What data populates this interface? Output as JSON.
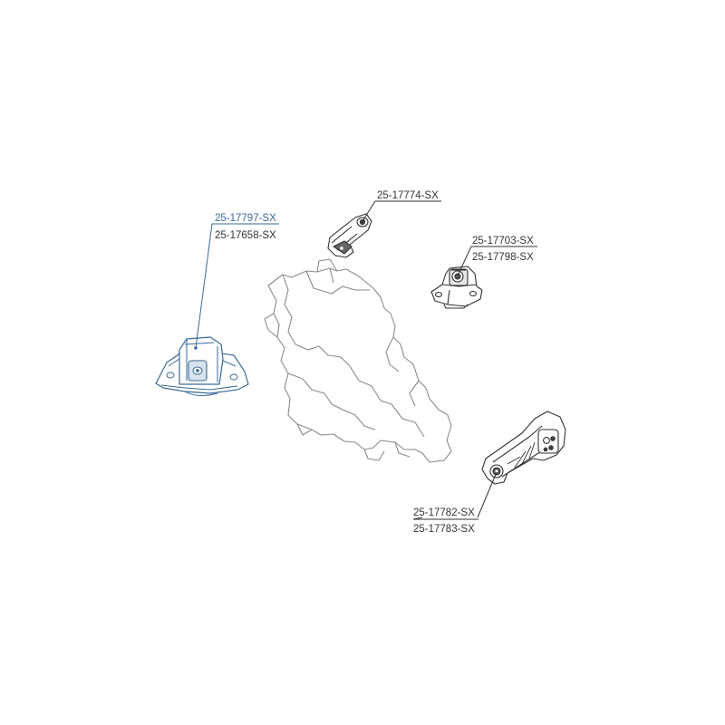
{
  "colors": {
    "line": "#333333",
    "highlight": "#3a6a96",
    "engine_outline": "#8a8a8a",
    "part_fill": "#ffffff",
    "part_shade": "#555555"
  },
  "parts": {
    "left_mount": {
      "icon": "engine-mount-bracket-icon",
      "labels": [
        "25-17797-SX",
        "25-17658-SX"
      ]
    },
    "top_link": {
      "icon": "torque-link-icon",
      "labels": [
        "25-17774-SX"
      ]
    },
    "right_mount": {
      "icon": "rubber-mount-icon",
      "labels": [
        "25-17703-SX",
        "25-17798-SX"
      ]
    },
    "torque_rod": {
      "icon": "torque-rod-icon",
      "labels": [
        "25-17782-SX",
        "25-17783-SX"
      ]
    }
  },
  "engine": {
    "icon": "engine-block-outline-icon"
  }
}
